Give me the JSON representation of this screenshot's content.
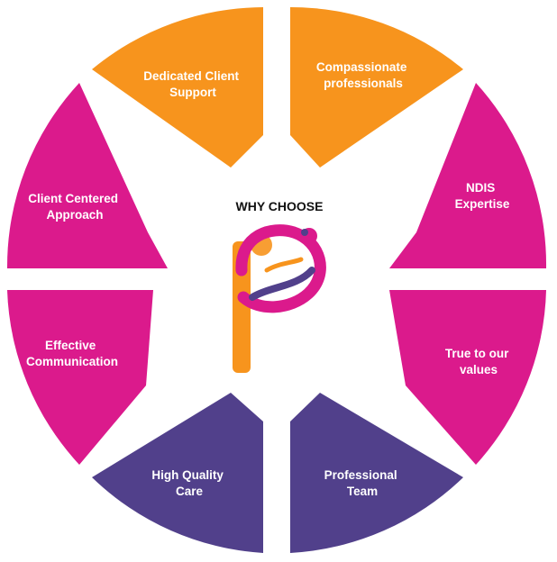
{
  "center": {
    "title": "WHY CHOOSE"
  },
  "colors": {
    "orange": "#F7941D",
    "magenta": "#DB1A8C",
    "purple": "#51408B"
  },
  "segments": [
    {
      "line1": "Compassionate",
      "line2": "professionals",
      "color": "orange"
    },
    {
      "line1": "NDIS",
      "line2": "Expertise",
      "color": "magenta"
    },
    {
      "line1": "True to our",
      "line2": "values",
      "color": "magenta"
    },
    {
      "line1": "Professional",
      "line2": "Team",
      "color": "purple"
    },
    {
      "line1": "High Quality",
      "line2": "Care",
      "color": "purple"
    },
    {
      "line1": "Effective",
      "line2": "Communication",
      "color": "magenta"
    },
    {
      "line1": "Client Centered",
      "line2": "Approach",
      "color": "magenta"
    },
    {
      "line1": "Dedicated Client",
      "line2": "Support",
      "color": "orange"
    }
  ]
}
